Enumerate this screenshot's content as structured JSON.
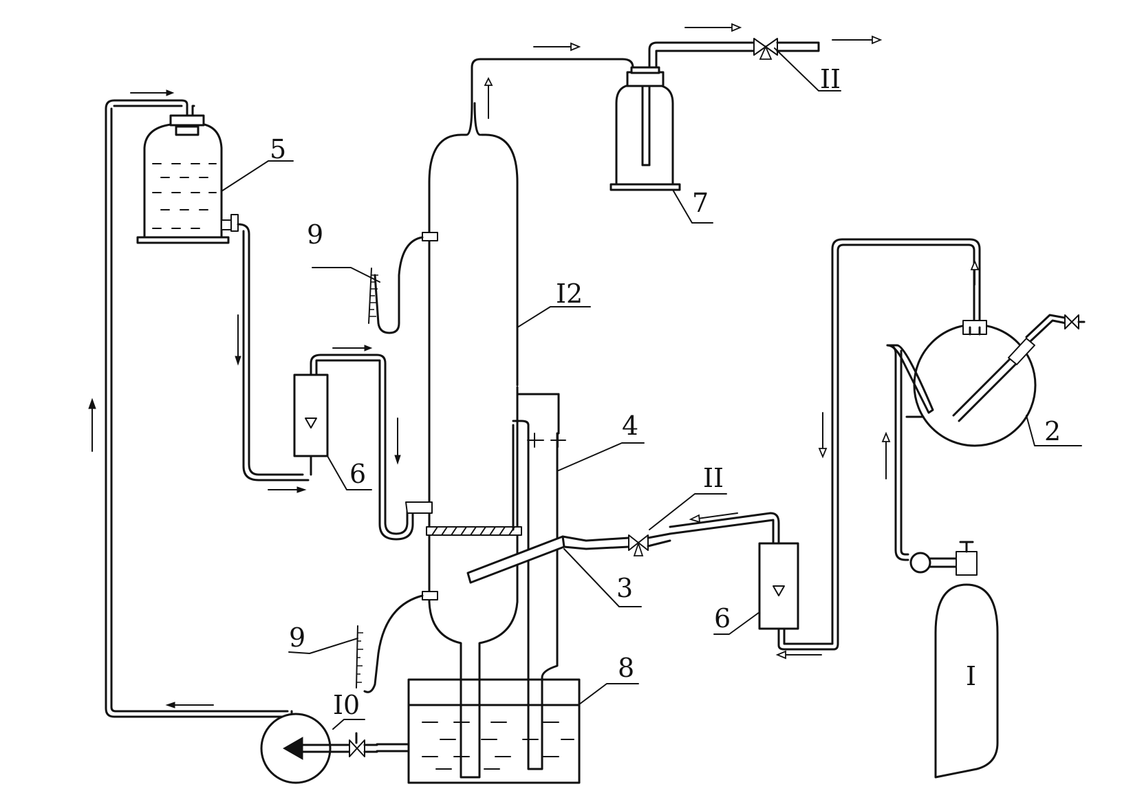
{
  "labels": {
    "gas_cylinder": "I",
    "flask": "2",
    "sparger_tube": "3",
    "overflow_column": "4",
    "feed_bottle": "5",
    "flowmeter_left": "6",
    "flowmeter_right": "6",
    "trap_bottle": "7",
    "water_bath": "8",
    "manometer_upper": "9",
    "manometer_lower": "9",
    "pump": "I0",
    "valve_top": "II",
    "valve_mid": "II",
    "reactor_column": "I2"
  }
}
